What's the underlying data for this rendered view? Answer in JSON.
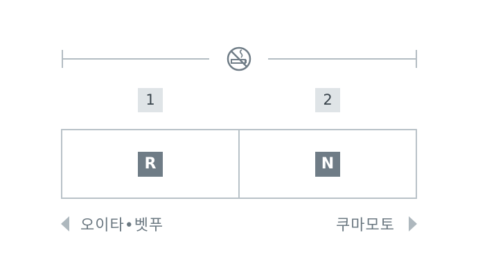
{
  "car_numbers": [
    "1",
    "2"
  ],
  "seats": [
    "R",
    "N"
  ],
  "directions": {
    "left_label": "오이타•벳푸",
    "right_label": "쿠마모토"
  },
  "icons": {
    "top": "no-smoking-icon",
    "left": "triangle-left-icon",
    "right": "triangle-right-icon"
  },
  "colors": {
    "line": "#b3bcc2",
    "badge_bg": "#6f7c86",
    "number_bg": "#dfe4e7",
    "arrow": "#aeb8be"
  }
}
